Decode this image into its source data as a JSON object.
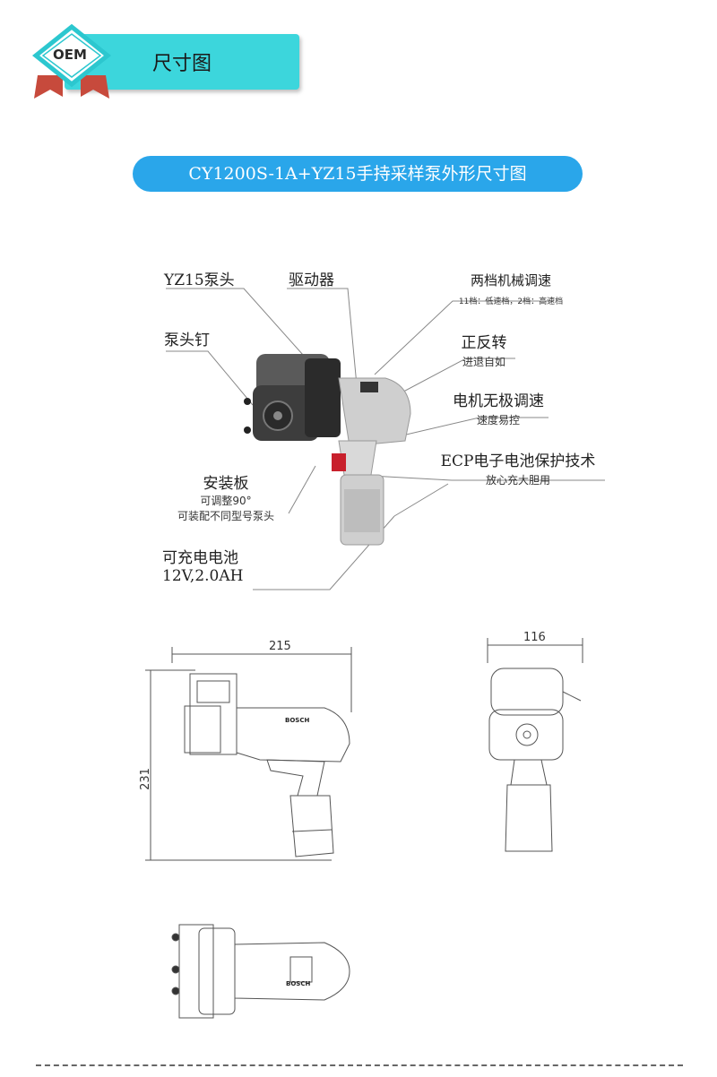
{
  "header": {
    "badge": "OEM",
    "title": "尺寸图"
  },
  "section": {
    "title": "CY1200S-1A+YZ15手持采样泵外形尺寸图"
  },
  "callouts": {
    "pump_head": "YZ15泵头",
    "driver": "驱动器",
    "gear": {
      "title": "两档机械调速",
      "note": "11档：低速档，2档：高速档"
    },
    "pump_pin": "泵头钉",
    "reverse": {
      "title": "正反转",
      "note": "进退自如"
    },
    "motor": {
      "title": "电机无极调速",
      "note": "速度易控"
    },
    "ecp": {
      "title": "ECP电子电池保护技术",
      "note": "放心充大胆用"
    },
    "mount": {
      "title": "安装板",
      "note1": "可调整90°",
      "note2": "可装配不同型号泵头"
    },
    "battery": {
      "title": "可充电电池",
      "spec": "12V,2.0AH"
    }
  },
  "dimensions": {
    "length": "215",
    "height": "231",
    "width": "116"
  },
  "brand_mark": "BOSCH"
}
